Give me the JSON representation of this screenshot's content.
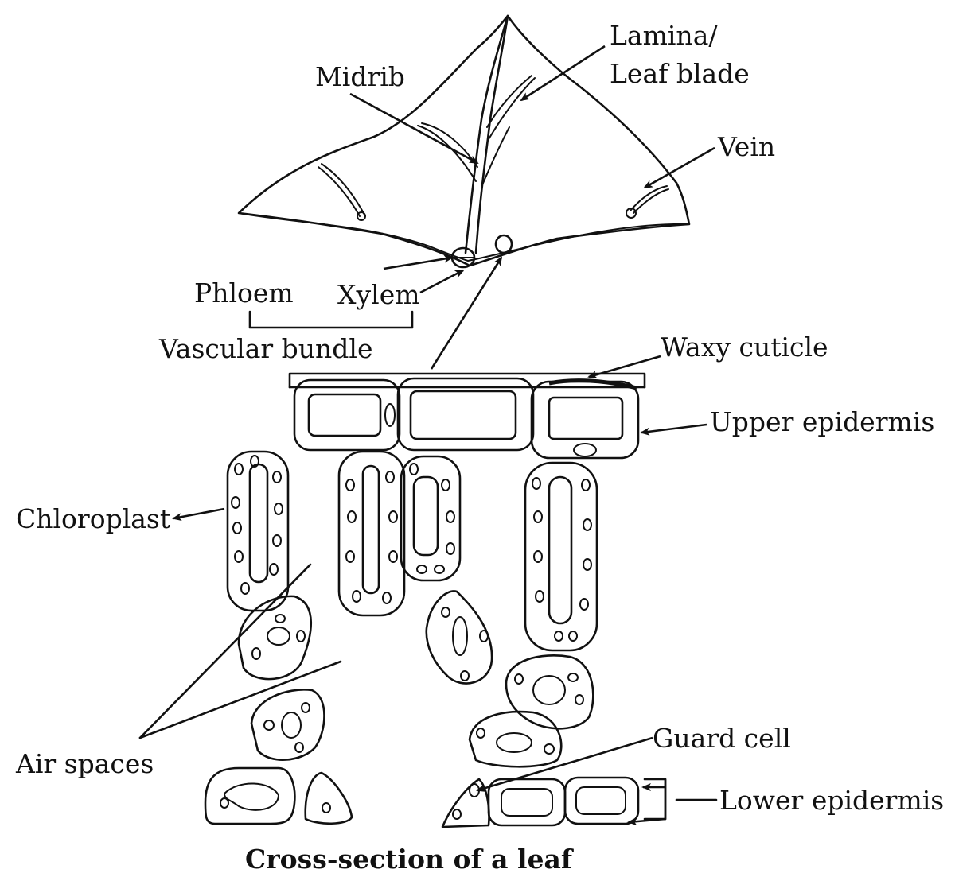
{
  "labels": {
    "lamina_line1": "Lamina/",
    "lamina_line2": "Leaf blade",
    "midrib": "Midrib",
    "vein": "Vein",
    "phloem": "Phloem",
    "xylem": "Xylem",
    "vascular_bundle": "Vascular bundle",
    "waxy_cuticle": "Waxy cuticle",
    "upper_epidermis": "Upper epidermis",
    "chloroplast": "Chloroplast",
    "air_spaces": "Air spaces",
    "guard_cell": "Guard cell",
    "lower_epidermis": "Lower epidermis"
  },
  "title": "Cross-section of a leaf"
}
